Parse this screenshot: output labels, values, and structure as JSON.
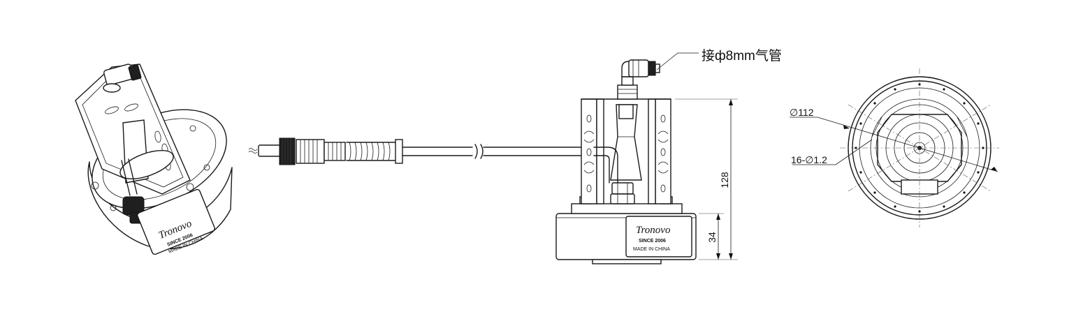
{
  "annotations": {
    "air_tube": "接ф8mm气管",
    "diameter_outer": "∅112",
    "holes": "16-∅1.2",
    "height_total": "128",
    "height_base": "34"
  },
  "label_plate": {
    "brand": "Tronovo",
    "since": "SINCE 2006",
    "origin": "MADE IN CHINA"
  }
}
